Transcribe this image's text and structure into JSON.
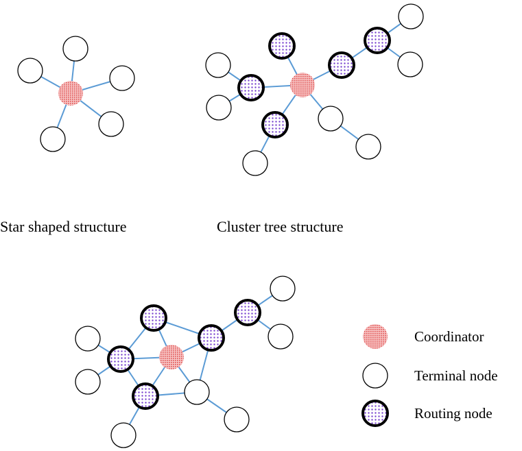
{
  "captions": {
    "star": "Star shaped structure",
    "cluster": "Cluster tree structure"
  },
  "legend": [
    {
      "type": "coordinator",
      "label": "Coordinator"
    },
    {
      "type": "terminal",
      "label": "Terminal node"
    },
    {
      "type": "router",
      "label": "Routing node"
    }
  ],
  "colors": {
    "edge": "#5b9bd5",
    "coordinator_fill": "#e05050",
    "router_fill": "#7a45d0",
    "outline": "#000000"
  }
}
